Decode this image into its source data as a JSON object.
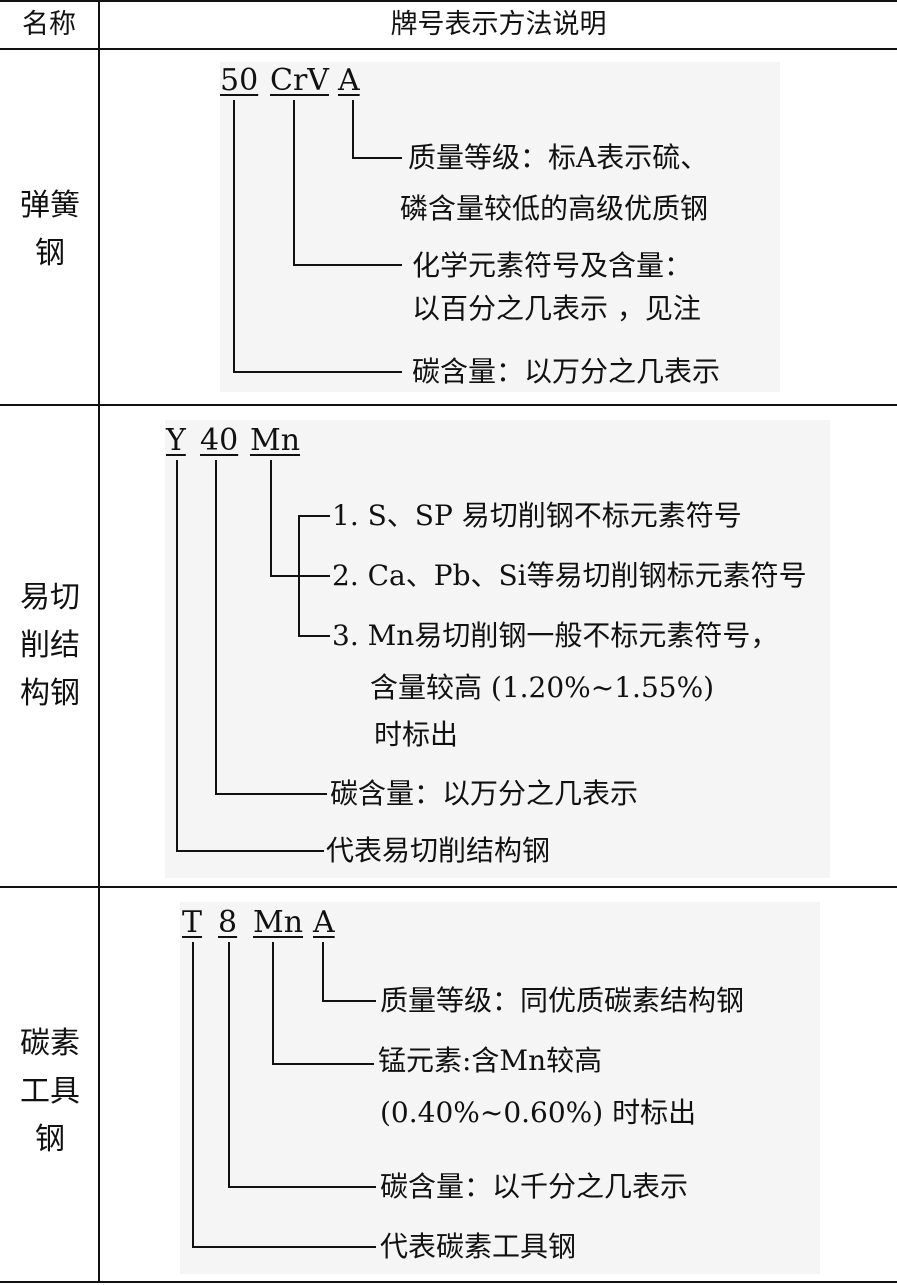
{
  "header": {
    "col_name": "名称",
    "col_desc": "牌号表示方法说明"
  },
  "rows": [
    {
      "name_lines": [
        "弹簧",
        "钢"
      ],
      "codes": [
        "50",
        "CrV",
        "A"
      ],
      "notes": {
        "grade": [
          "质量等级：标A表示硫、",
          "磷含量较低的高级优质钢"
        ],
        "element": [
          "化学元素符号及含量：",
          "以百分之几表示 ，见注"
        ],
        "carbon": "碳含量：以万分之几表示"
      }
    },
    {
      "name_lines": [
        "易切",
        "削结",
        "构钢"
      ],
      "codes": [
        "Y",
        "40",
        "Mn"
      ],
      "notes": {
        "item1": "1. S、SP 易切削钢不标元素符号",
        "item2": "2. Ca、Pb、Si等易切削钢标元素符号",
        "item3": [
          "3. Mn易切削钢一般不标元素符号，",
          "含量较高 (1.20%~1.55%)",
          "时标出"
        ],
        "carbon": "碳含量：以万分之几表示",
        "type": "代表易切削结构钢"
      }
    },
    {
      "name_lines": [
        "碳素",
        "工具",
        "钢"
      ],
      "codes": [
        "T",
        "8",
        "Mn",
        "A"
      ],
      "notes": {
        "grade": "质量等级：同优质碳素结构钢",
        "mn": [
          "锰元素:含Mn较高",
          "(0.40%~0.60%) 时标出"
        ],
        "carbon": "碳含量：以千分之几表示",
        "type": "代表碳素工具钢"
      }
    }
  ]
}
